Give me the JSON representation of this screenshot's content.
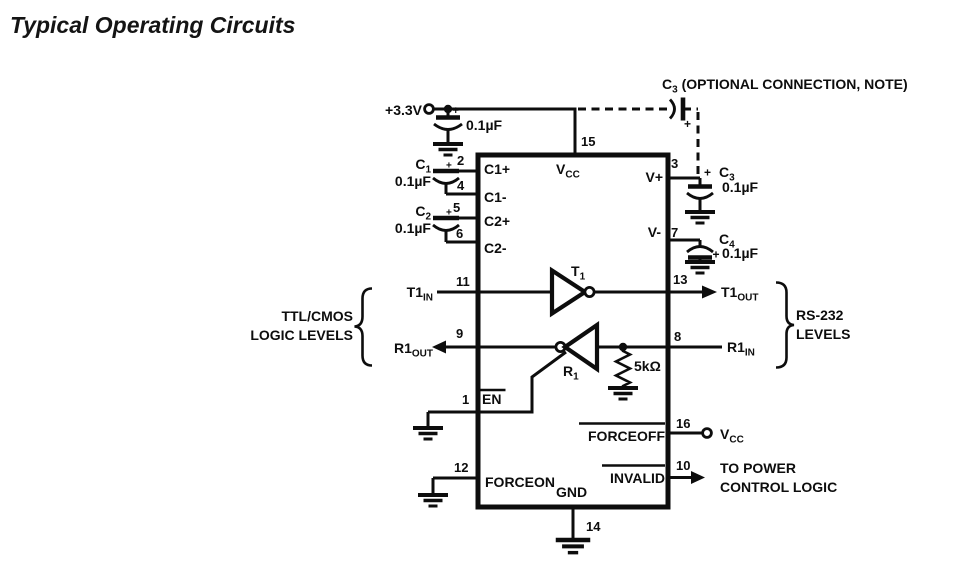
{
  "title": "Typical Operating Circuits",
  "colors": {
    "ink": "#0d0d0d",
    "background": "#ffffff"
  },
  "top": {
    "supply_label": "+3.3V",
    "plus": "+",
    "bypass_cap_value": "0.1µF",
    "note_main": "C",
    "note_sub": "3",
    "note_rest": " (OPTIONAL CONNECTION, NOTE)"
  },
  "caps": {
    "c1": {
      "main": "C",
      "sub": "1",
      "value": "0.1µF",
      "plus": "+"
    },
    "c2": {
      "main": "C",
      "sub": "2",
      "value": "0.1µF",
      "plus": "+"
    },
    "c3": {
      "main": "C",
      "sub": "3",
      "value": "0.1µF",
      "plus": "+"
    },
    "c4": {
      "main": "C",
      "sub": "4",
      "value": "0.1µF",
      "plus": "+"
    }
  },
  "ic": {
    "c1_plus": "C1+",
    "c1_minus": "C1-",
    "c2_plus": "C2+",
    "c2_minus": "C2-",
    "vcc_main": "V",
    "vcc_sub": "CC",
    "v_plus": "V+",
    "v_minus": "V-",
    "t1_main": "T",
    "t1_sub": "1",
    "r1_main": "R",
    "r1_sub": "1",
    "resistor_value": "5kΩ",
    "en": "EN",
    "forceoff": "FORCEOFF",
    "invalid": "INVALID",
    "forceon": "FORCEON",
    "gnd": "GND"
  },
  "pins": {
    "p1": "1",
    "p2": "2",
    "p3": "3",
    "p4": "4",
    "p5": "5",
    "p6": "6",
    "p7": "7",
    "p8": "8",
    "p9": "9",
    "p10": "10",
    "p11": "11",
    "p12": "12",
    "p13": "13",
    "p14": "14",
    "p15": "15",
    "p16": "16"
  },
  "signals": {
    "t1in_main": "T1",
    "t1in_sub": "IN",
    "r1out_main": "R1",
    "r1out_sub": "OUT",
    "t1out_main": "T1",
    "t1out_sub": "OUT",
    "r1in_main": "R1",
    "r1in_sub": "IN",
    "vcc_main": "V",
    "vcc_sub": "CC"
  },
  "annotations": {
    "ttl_line1": "TTL/CMOS",
    "ttl_line2": "LOGIC LEVELS",
    "rs232_line1": "RS-232",
    "rs232_line2": "LEVELS",
    "power_line1": "TO POWER",
    "power_line2": "CONTROL LOGIC"
  }
}
